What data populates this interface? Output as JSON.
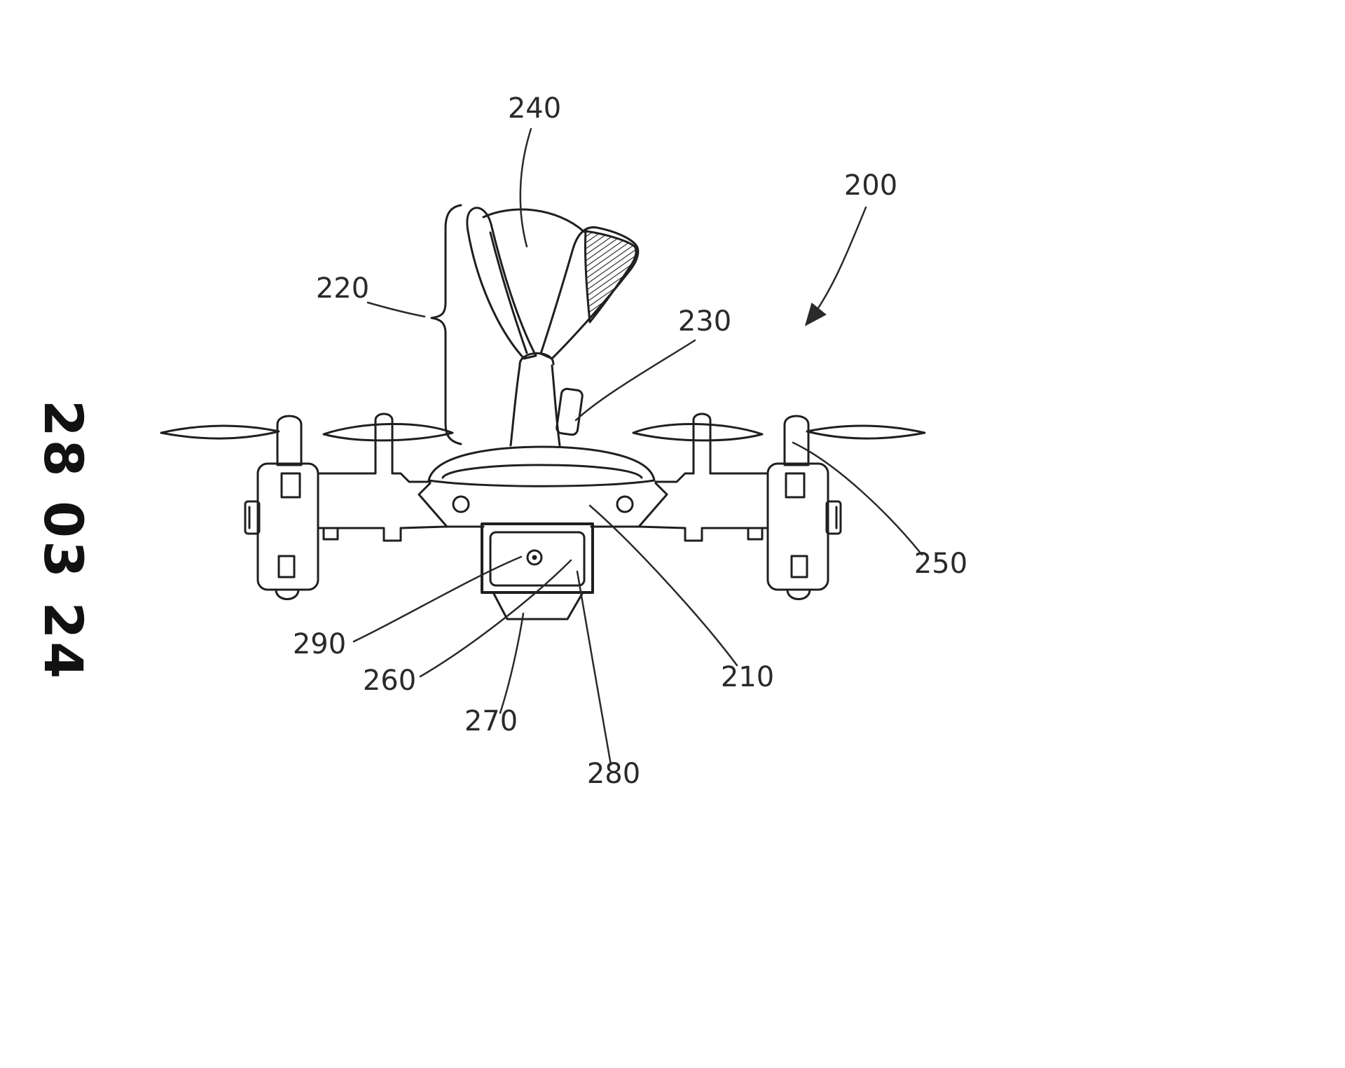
{
  "figure": {
    "stamp": "28 03 24",
    "refs": {
      "r200": "200",
      "r210": "210",
      "r220": "220",
      "r230": "230",
      "r240": "240",
      "r250": "250",
      "r260": "260",
      "r270": "270",
      "r280": "280",
      "r290": "290"
    },
    "colors": {
      "line": "#1f1f1f",
      "label": "#2a2a2a",
      "background": "#ffffff"
    }
  }
}
